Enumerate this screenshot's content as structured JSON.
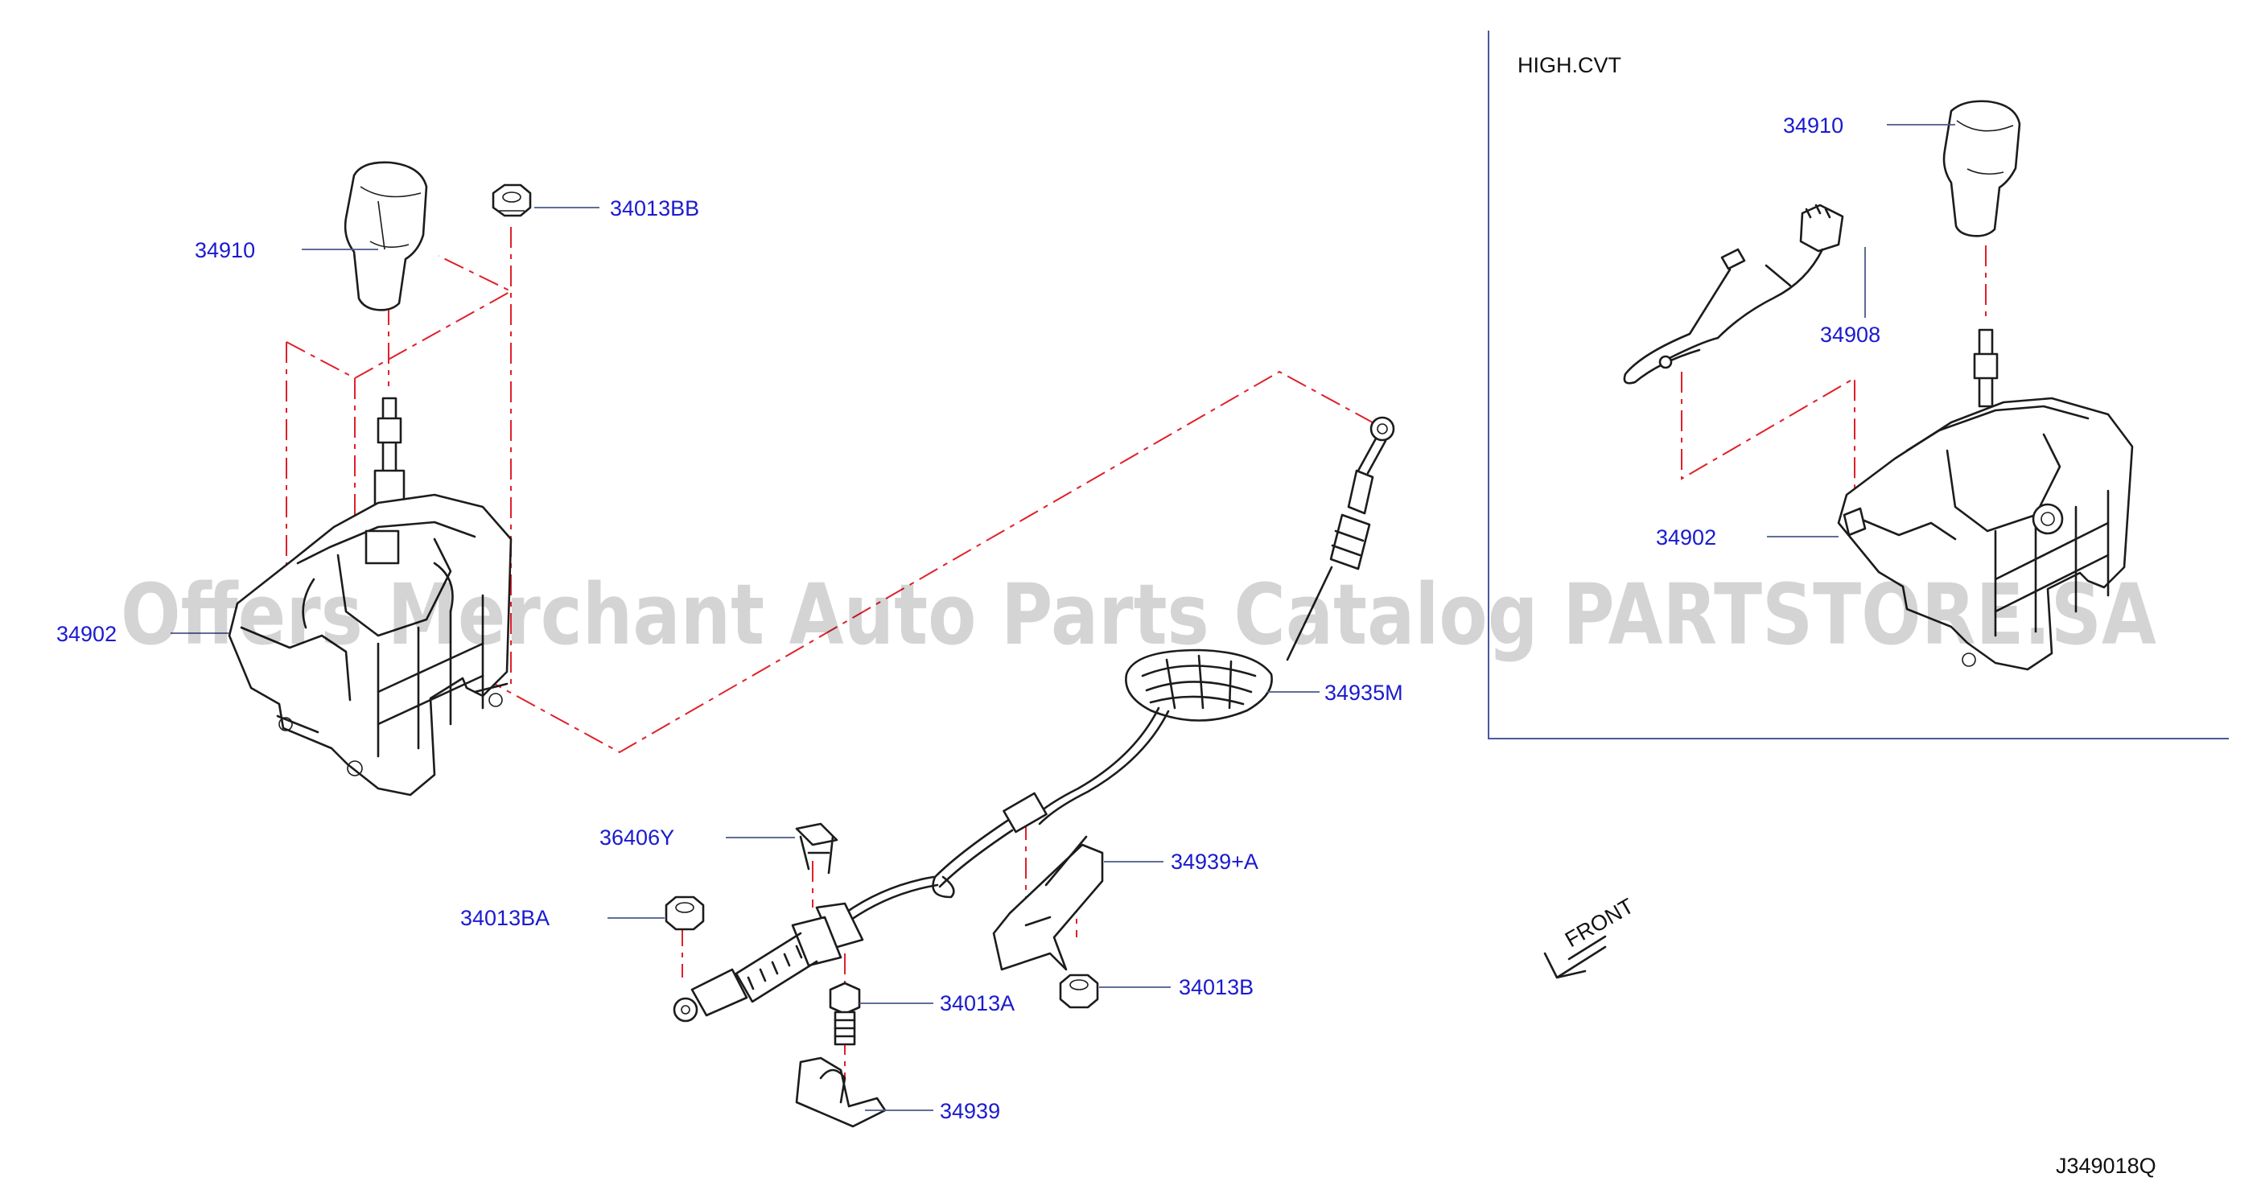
{
  "inset": {
    "title": "HIGH.CVT"
  },
  "labels": {
    "knob_main": "34910",
    "nut_top": "34013BB",
    "lever_main": "34902",
    "cable": "34935M",
    "clip": "36406Y",
    "nut_cable": "34013BA",
    "bracket_plus": "34939+A",
    "nut_bracket": "34013B",
    "bolt": "34013A",
    "bracket": "34939",
    "knob_inset": "34910",
    "harness_inset": "34908",
    "lever_inset": "34902"
  },
  "front_label": "FRONT",
  "diagram_code": "J349018Q",
  "watermark": "Offers Merchant Auto Parts Catalog PARTSTORE.SA"
}
